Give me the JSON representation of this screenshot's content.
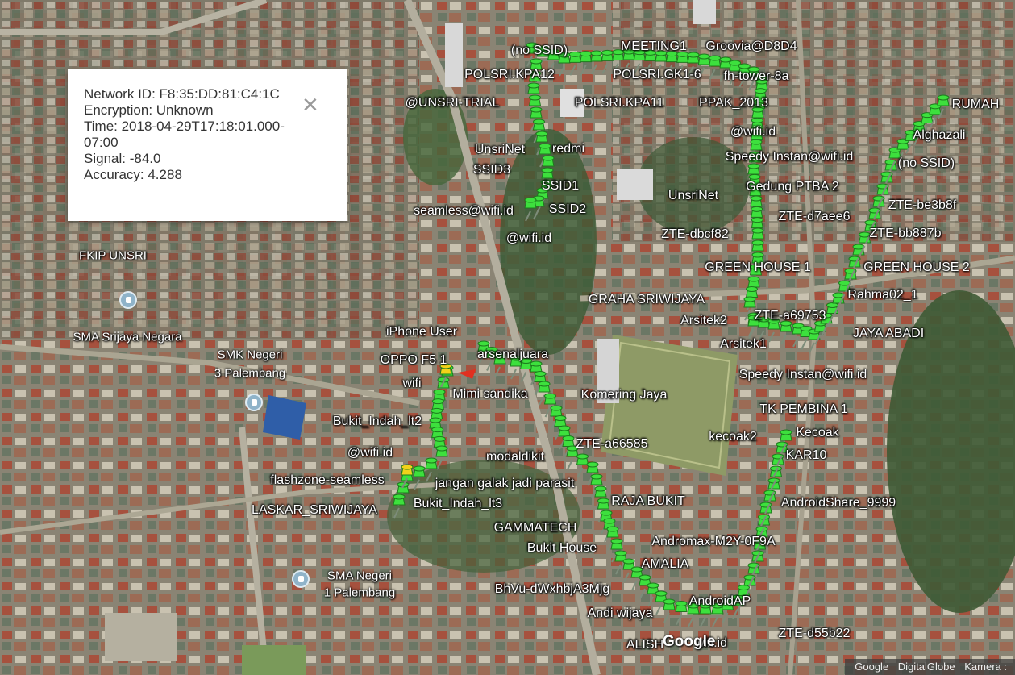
{
  "popup": {
    "network_id": "Network ID: F8:35:DD:81:C4:1C",
    "encryption": "Encryption: Unknown",
    "time_line1": "Time: 2018-04-29T17:18:01.000-",
    "time_line2": "07:00",
    "signal": "Signal: -84.0",
    "accuracy": "Accuracy: 4.288",
    "close_icon": "close-icon"
  },
  "network_labels": [
    "(no SSID)",
    "MEETING1",
    "Groovia@D8D4",
    "POLSRI.KPA12",
    "POLSRI.GK1-6",
    "fh-tower-8a",
    "@UNSRI-TRIAL",
    "POLSRI.KPA11",
    "PPAK_2013",
    "RUMAH",
    "@wifi.id",
    "Alghazali",
    "UnsriNet",
    "redmi",
    "Speedy Instan@wifi.id",
    "(no SSID)",
    "SSID3",
    "SSID1",
    "Gedung PTBA 2",
    "UnsriNet",
    "ZTE-be3b8f",
    "seamless@wifi.id",
    "SSID2",
    "ZTE-d7aee6",
    "ZTE-bb887b",
    "@wifi.id",
    "ZTE-dbcf82",
    "GREEN HOUSE 1",
    "GREEN HOUSE 2",
    "Rahma02_1",
    "GRAHA SRIWIJAYA",
    "ZTE-a69753",
    "Arsitek2",
    "JAYA ABADI",
    "Arsitek1",
    "iPhone User",
    "OPPO F5 1",
    "arsenaljuara",
    "Speedy Instan@wifi.id",
    "wifi",
    "Mimi sandika",
    "Komering Jaya",
    "TK PEMBINA 1",
    "Bukit_Indah_lt2",
    "kecoak2",
    "Kecoak",
    "ZTE-a66585",
    "@wifi.id",
    "modaldikit",
    "KAR10",
    "flashzone-seamless",
    "jangan galak jadi parasit",
    "RAJA BUKIT",
    "AndroidShare_9999",
    "LASKAR_SRIWIJAYA",
    "Bukit_Indah_lt3",
    "GAMMATECH",
    "Andromax-M2Y-0F9A",
    "Bukit House",
    "AMALIA",
    "BhVu-dWxhbjA3Mjg",
    "AndroidAP",
    "Andi wijaya",
    "ZTE-d55b22",
    "ALISH",
    "wifi.id"
  ],
  "poi_labels": [
    "FKIP UNSRI",
    "SMA Srijaya Negara",
    "SMK Negeri",
    "3 Palembang",
    "SMA Negeri",
    "1 Palembang"
  ],
  "attribution": [
    "Google",
    "DigitalGlobe",
    "Kamera :"
  ],
  "google_logo": "Google",
  "colors": {
    "pin": "#3de03d",
    "pin_selected": "#f2d21a",
    "popup_bg": "#ffffff"
  }
}
